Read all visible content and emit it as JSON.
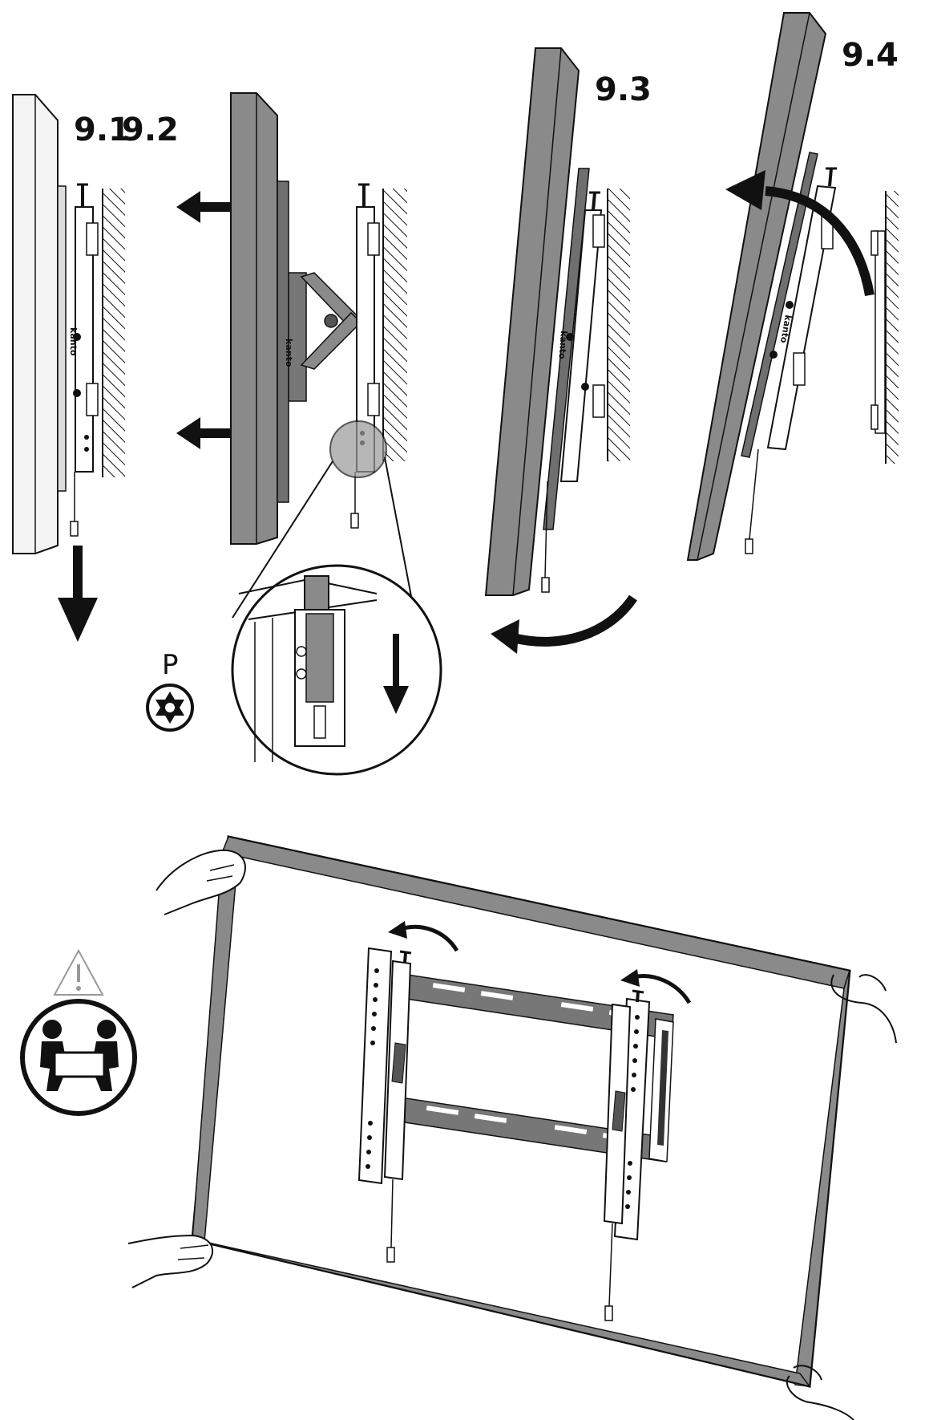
{
  "steps": {
    "s91": "9.1",
    "s92": "9.2",
    "s93": "9.3",
    "s94": "9.4"
  },
  "tool": {
    "label": "P",
    "icon": "torx-bit-icon"
  },
  "brand": "kanto",
  "warning": {
    "icon": "two-person-lift-icon",
    "triangle_icon": "caution-triangle-icon"
  },
  "colors": {
    "screen_gray": "#8a8a8a",
    "screen_light": "#f4f4f4",
    "ink": "#111111",
    "bracket": "#ffffff"
  }
}
